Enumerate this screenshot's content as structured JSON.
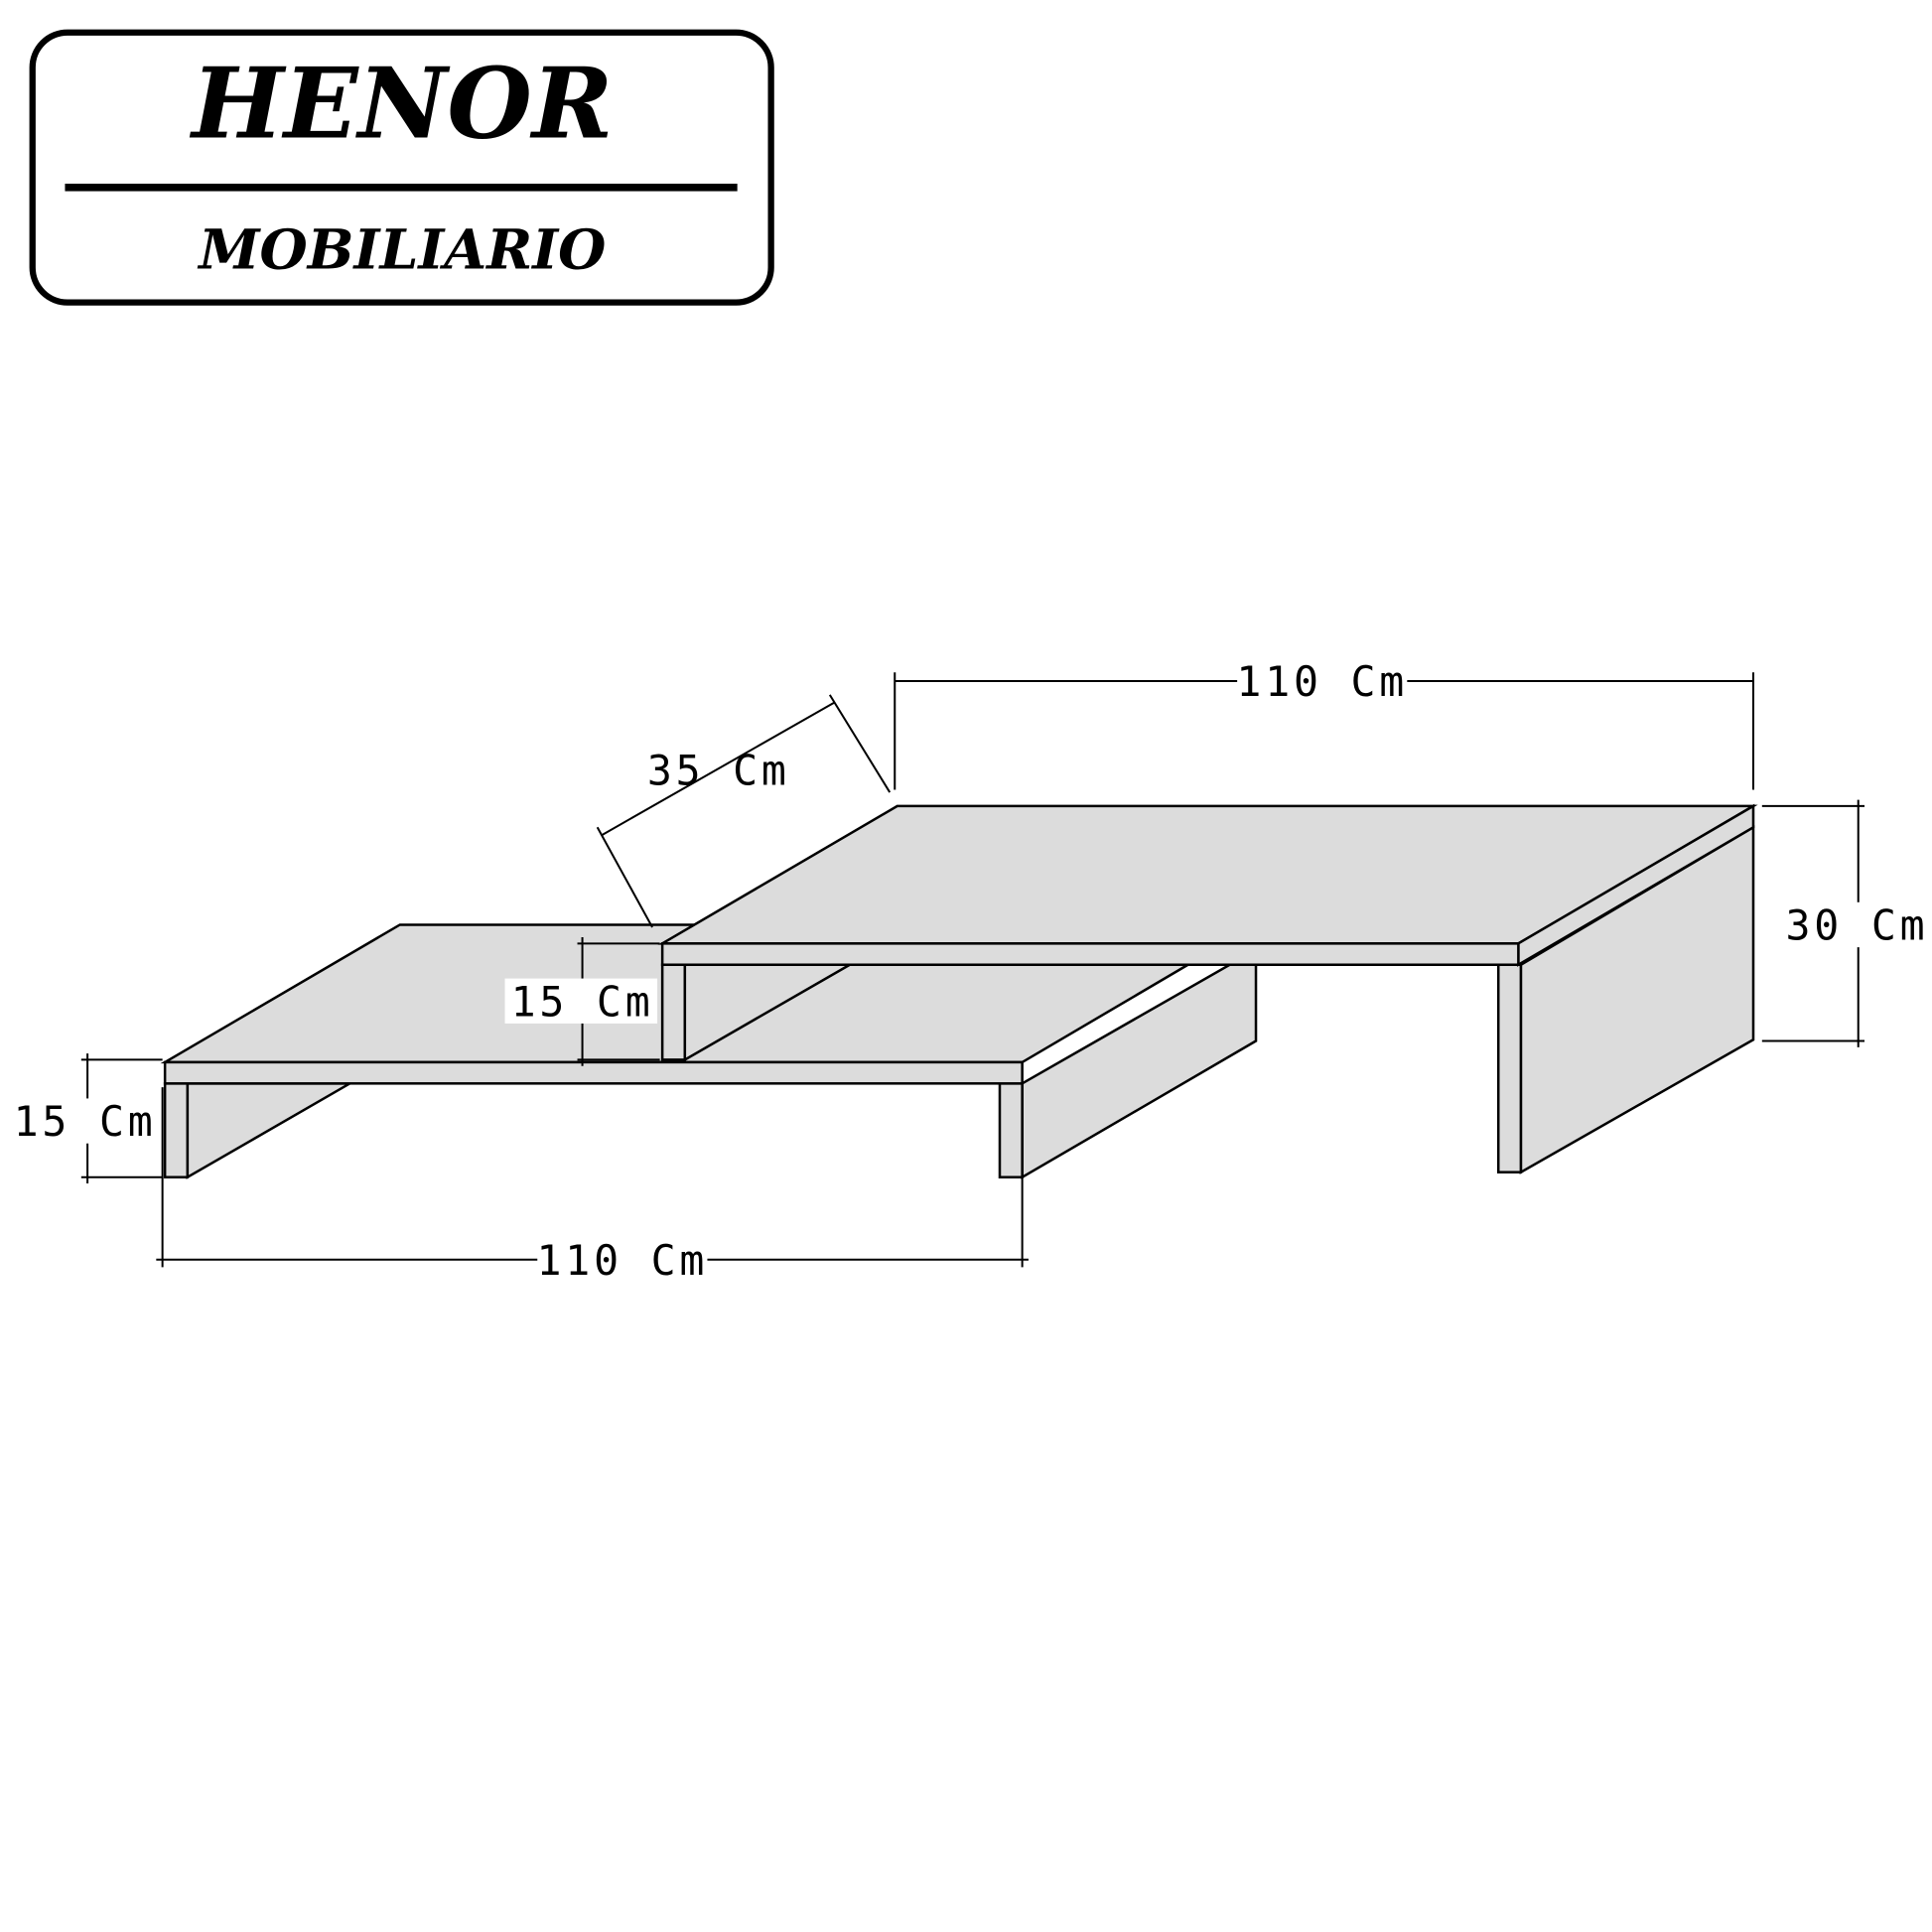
{
  "logo": {
    "brand": "HENOR",
    "subtitle": "MOBILIARIO"
  },
  "dimensions": {
    "upper_width": "110 Cm",
    "depth": "35 Cm",
    "upper_height": "30 Cm",
    "step_height": "15 Cm",
    "lower_height": "15 Cm",
    "lower_width": "110 Cm"
  },
  "colors": {
    "panel": "#dcdcdc",
    "line": "#000000"
  }
}
